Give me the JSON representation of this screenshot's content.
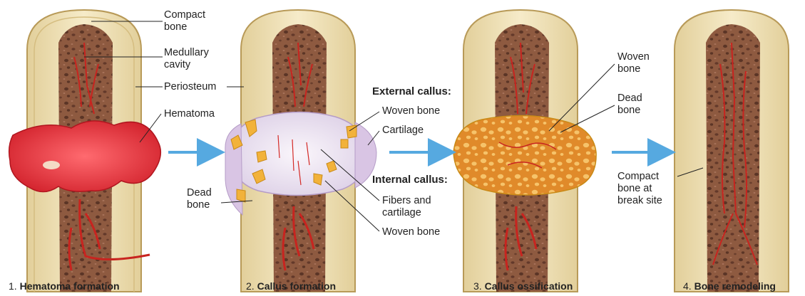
{
  "colors": {
    "background": "#ffffff",
    "compact_bone": "#efdfb2",
    "bone_outline": "#b89a58",
    "spongy_bone": "#8e5a40",
    "spongy_pore": "#5b3526",
    "blood_vessel": "#d42a26",
    "hematoma": "#dc2f38",
    "cartilage_callus": "#ede4f2",
    "woven_bone": "#f2b23a",
    "ossified_callus": "#eeaa45",
    "arrow": "#56a9e0",
    "label_text": "#222222"
  },
  "labels": {
    "compact_bone": [
      "Compact",
      "bone"
    ],
    "medullary_cavity": [
      "Medullary",
      "cavity"
    ],
    "periosteum": "Periosteum",
    "hematoma": "Hematoma",
    "external_callus": "External callus:",
    "woven_bone_ext": "Woven bone",
    "cartilage": "Cartilage",
    "internal_callus": "Internal callus:",
    "fibers_cartilage": [
      "Fibers and",
      "cartilage"
    ],
    "woven_bone_int": "Woven bone",
    "dead_bone_left": [
      "Dead",
      "bone"
    ],
    "woven_bone_3": [
      "Woven",
      "bone"
    ],
    "dead_bone_3": [
      "Dead",
      "bone"
    ],
    "compact_break": [
      "Compact",
      "bone at",
      "break site"
    ]
  },
  "stages": [
    {
      "number": "1.",
      "title": "Hematoma formation"
    },
    {
      "number": "2.",
      "title": "Callus formation"
    },
    {
      "number": "3.",
      "title": "Callus ossification"
    },
    {
      "number": "4.",
      "title": "Bone remodeling"
    }
  ]
}
